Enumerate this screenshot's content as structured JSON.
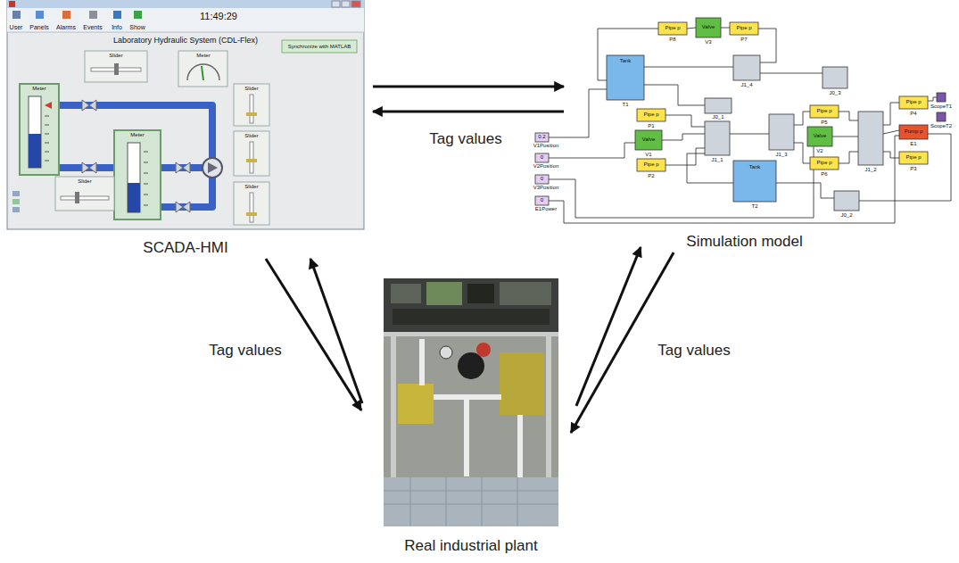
{
  "diagram": {
    "nodes": [
      {
        "text": [
          "SCADA-HMI"
        ]
      },
      {
        "text": [
          "Simulation model"
        ]
      },
      {
        "text": [
          "Real industrial plant"
        ]
      }
    ],
    "edges": [
      {
        "from": 0,
        "to": 1,
        "arrow": "to"
      },
      {
        "from": 1,
        "to": 0,
        "arrow": "to",
        "label": "Tag values"
      },
      {
        "from": 0,
        "to": 2,
        "arrow": "to"
      },
      {
        "from": 2,
        "to": 0,
        "arrow": "to",
        "label": "Tag values"
      },
      {
        "from": 2,
        "to": 1,
        "arrow": "to",
        "label": "Tag values"
      },
      {
        "from": 1,
        "to": 2,
        "arrow": "to"
      }
    ],
    "labels": [
      "User",
      "Panels",
      "Alarms",
      "Events",
      "Info",
      "Show",
      "11:49:29",
      "Laboratory Hydraulic System (CDL-Flex)",
      "Synchronize with MATLAB",
      "Slider",
      "Meter",
      "Meter",
      "Meter",
      "Slider",
      "Slider",
      "Slider",
      "Slider",
      "Pipe p",
      "Valve",
      "Pipe p",
      "Tank",
      "Pipe p",
      "Valve",
      "Pipe p",
      "Pipe p",
      "Valve",
      "Pipe p",
      "Pipe p",
      "Pump p",
      "Pipe p",
      "Tank",
      "0.2",
      "0",
      "0",
      "0",
      "P8",
      "V3",
      "P7",
      "T1",
      "J1_4",
      "J0_3",
      "V1Position",
      "V2Position",
      "V3Position",
      "E1Power",
      "P1",
      "V1",
      "P2",
      "J0_1",
      "J1_1",
      "J1_3",
      "P5",
      "V2",
      "P6",
      "J1_2",
      "P4",
      "E1",
      "P3",
      "T2",
      "J0_2",
      "ScopeT1",
      "ScopeT2"
    ]
  }
}
